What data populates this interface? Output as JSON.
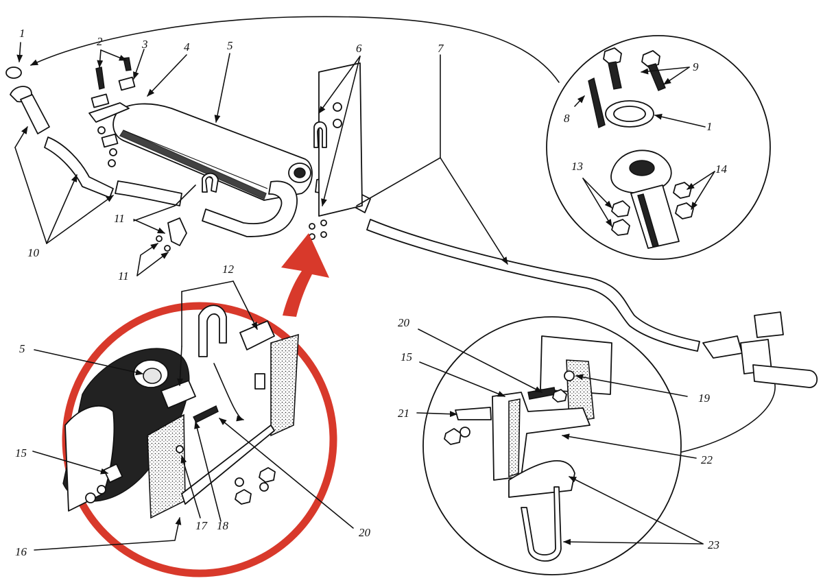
{
  "diagram": {
    "callouts": {
      "c1_top": "1",
      "c2": "2",
      "c3": "3",
      "c4": "4",
      "c5_top": "5",
      "c6": "6",
      "c7": "7",
      "c8": "8",
      "c9": "9",
      "c1_detail": "1",
      "c13": "13",
      "c14": "14",
      "c10": "10",
      "c11_a": "11",
      "c11_b": "11",
      "c12": "12",
      "c5_detail": "5",
      "c15_detail": "15",
      "c16": "16",
      "c17": "17",
      "c18": "18",
      "c20_detail": "20",
      "c20_right": "20",
      "c15_right": "15",
      "c21": "21",
      "c19": "19",
      "c22": "22",
      "c23": "23"
    },
    "colors": {
      "ink": "#111111",
      "highlight": "#d8392b",
      "paper": "#ffffff"
    }
  }
}
